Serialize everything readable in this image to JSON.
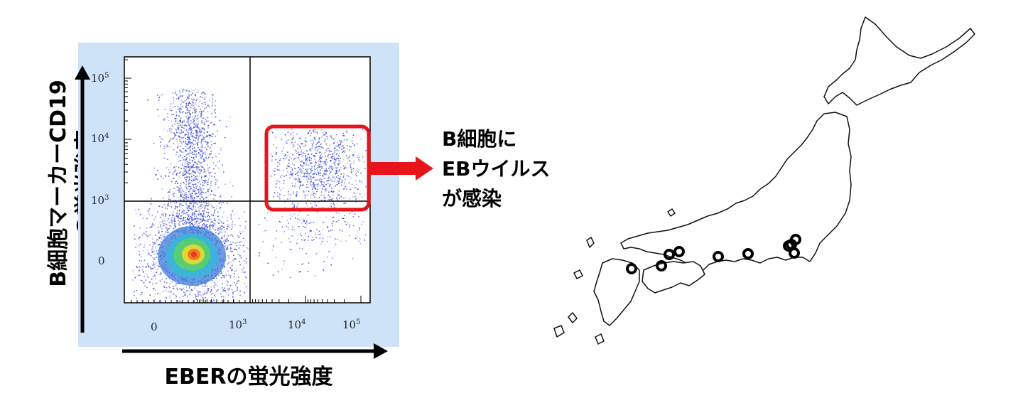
{
  "diagram": {
    "y_axis_label_line1": "B細胞マーカーCD19",
    "y_axis_label_line2": "の蛍光強度",
    "x_axis_label": "EBERの蛍光強度",
    "callout": [
      "B細胞に",
      "EBウイルス",
      "が感染"
    ],
    "y_ticks": [
      {
        "base": "10",
        "exp": "5"
      },
      {
        "base": "10",
        "exp": "4"
      },
      {
        "base": "10",
        "exp": "3"
      },
      {
        "base": "0",
        "exp": ""
      }
    ],
    "x_ticks": [
      {
        "base": "0",
        "exp": ""
      },
      {
        "base": "10",
        "exp": "3"
      },
      {
        "base": "10",
        "exp": "4"
      },
      {
        "base": "10",
        "exp": "5"
      }
    ],
    "colors": {
      "plot_background": "#cfe3f8",
      "highlight_box": "#e8141c",
      "arrow": "#e8141c",
      "dots": "#2f3fd6",
      "map_markers": "#000000"
    },
    "map": {
      "markers_count": 10
    }
  }
}
